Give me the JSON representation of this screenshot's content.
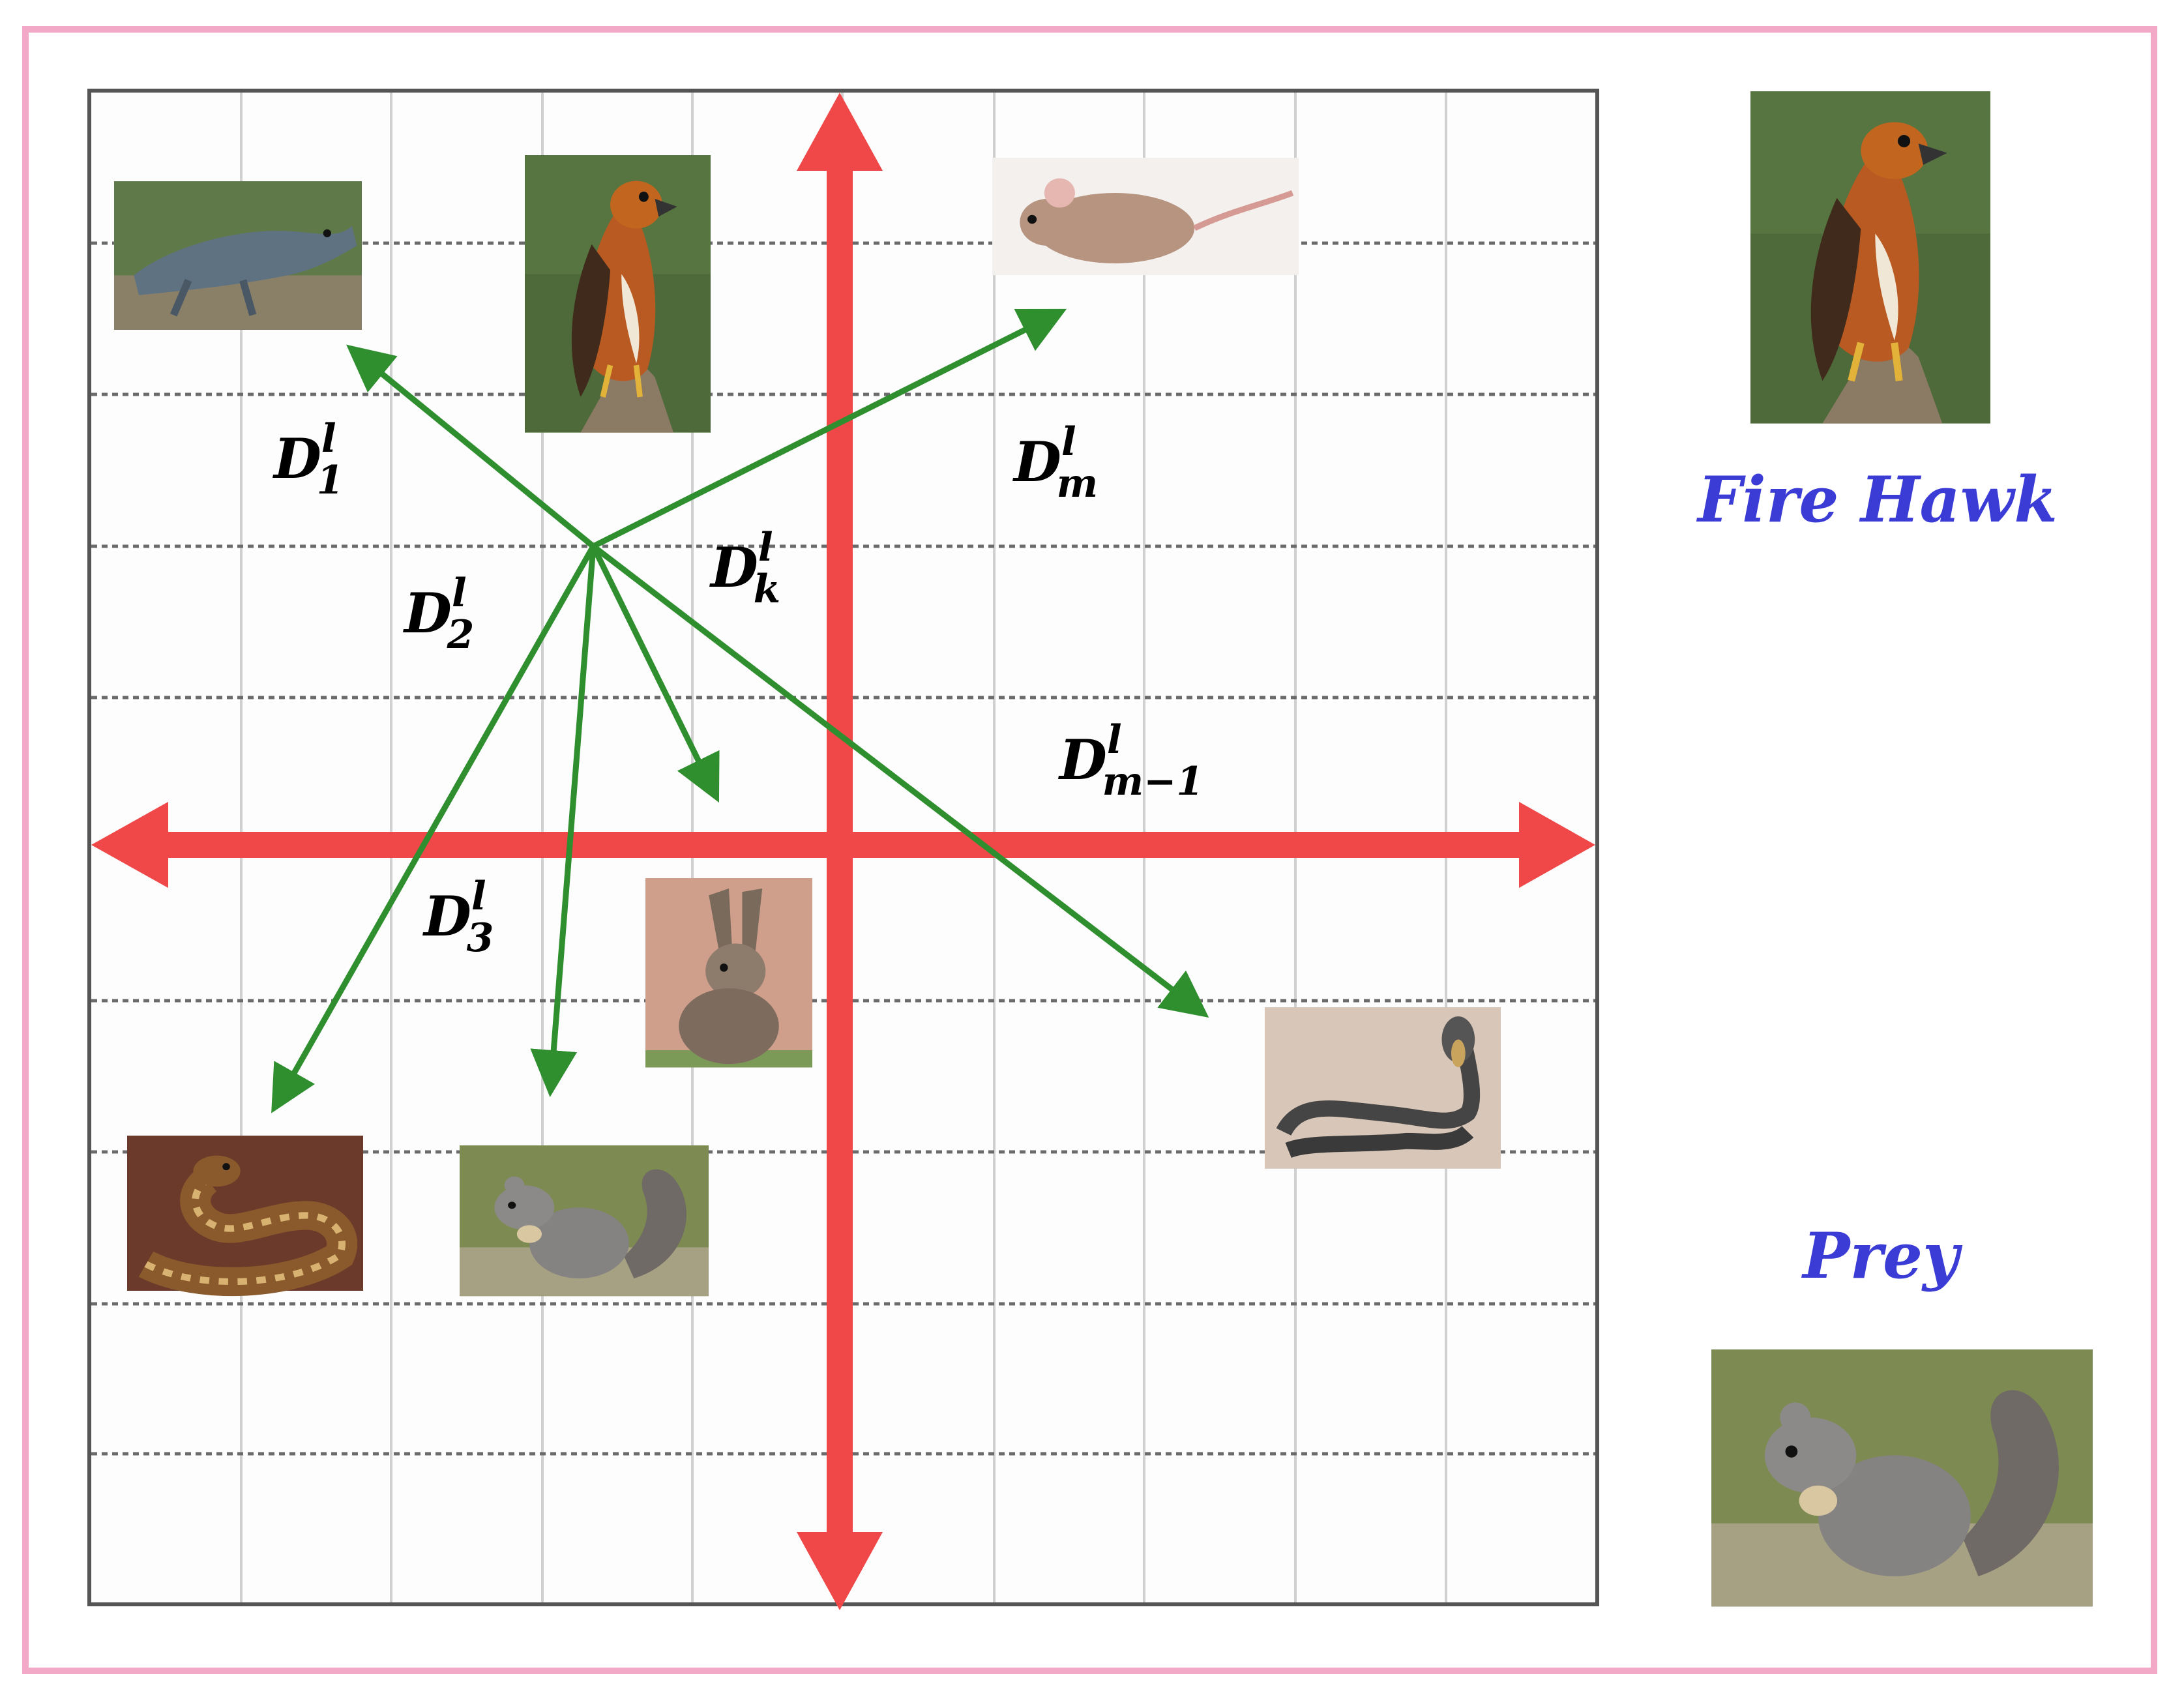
{
  "legend": {
    "fire_hawk_label": "Fire Hawk",
    "prey_label": "Prey"
  },
  "distance_labels": [
    {
      "id": "d1",
      "base": "D",
      "sup": "l",
      "sub": "1"
    },
    {
      "id": "d2",
      "base": "D",
      "sup": "l",
      "sub": "2"
    },
    {
      "id": "d3",
      "base": "D",
      "sup": "l",
      "sub": "3"
    },
    {
      "id": "dk",
      "base": "D",
      "sup": "l",
      "sub": "k"
    },
    {
      "id": "dm",
      "base": "D",
      "sup": "l",
      "sub": "m"
    },
    {
      "id": "dm1",
      "base": "D",
      "sup": "l",
      "sub": "m−1"
    }
  ],
  "animals": {
    "hawk": "hawk-icon",
    "lizard": "lizard-icon",
    "mouse": "mouse-icon",
    "rabbit": "rabbit-icon",
    "cobra": "cobra-icon",
    "snake": "snake-icon",
    "squirrel": "squirrel-icon"
  },
  "colors": {
    "frame": "#f2a9c8",
    "axis": "#f04848",
    "distance_arrow": "#2f8f2f",
    "legend_text": "#3b3bd6",
    "grid": "#d0d0d0"
  }
}
